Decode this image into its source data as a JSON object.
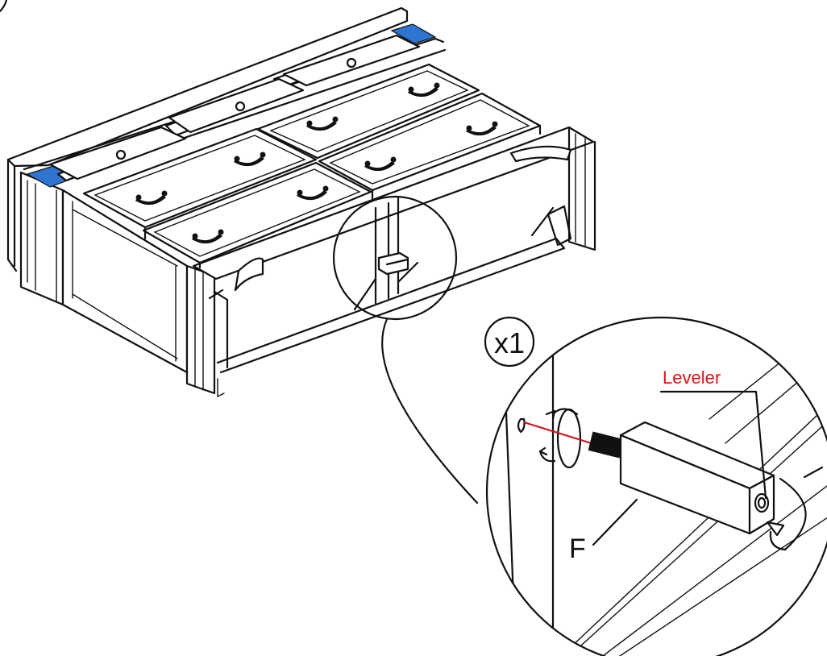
{
  "callouts": {
    "quantity": "x1",
    "leveler_label": "Leveler",
    "part_label": "F"
  },
  "colors": {
    "line": "#111111",
    "leveler_label": "#e0141c",
    "pointer": "#d01018",
    "corner_blocks": "#2f74d0",
    "background": "#ffffff"
  },
  "icons": [
    "rotate-arrow-icon",
    "leveler-part",
    "dresser-base-frame"
  ]
}
